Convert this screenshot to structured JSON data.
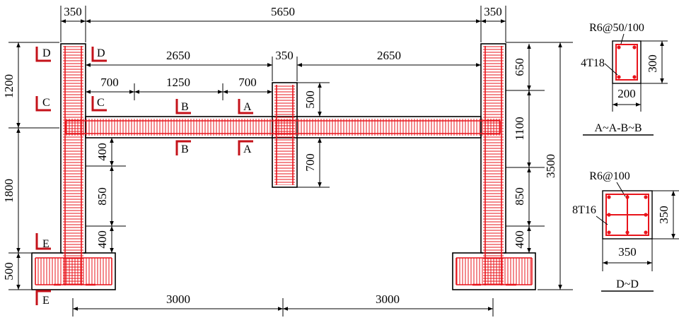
{
  "frame": {
    "top_dims": [
      "350",
      "5650",
      "350"
    ],
    "beam_dims": [
      "2650",
      "350",
      "2650"
    ],
    "segment_dims": [
      "700",
      "1250",
      "700"
    ],
    "left_dims": [
      "1200",
      "1800",
      "500"
    ],
    "left_column_dims": [
      "400",
      "850",
      "400"
    ],
    "mid_dims": [
      "500",
      "700"
    ],
    "right_dims": [
      "650",
      "1100",
      "850",
      "400"
    ],
    "overall_height": "3500",
    "bottom_dims": [
      "3000",
      "3000"
    ],
    "section_marks": [
      "D",
      "D",
      "C",
      "C",
      "B",
      "B",
      "A",
      "A",
      "E",
      "E"
    ]
  },
  "section_A_B": {
    "stirrup": "R6@50/100",
    "bars": "4T18",
    "width": "200",
    "height": "300",
    "caption": "A~A-B~B"
  },
  "section_D": {
    "stirrup": "R6@100",
    "bars": "8T16",
    "width": "350",
    "height": "350",
    "caption": "D~D"
  },
  "colors": {
    "rebar": "#e8141b",
    "line": "#000000"
  }
}
